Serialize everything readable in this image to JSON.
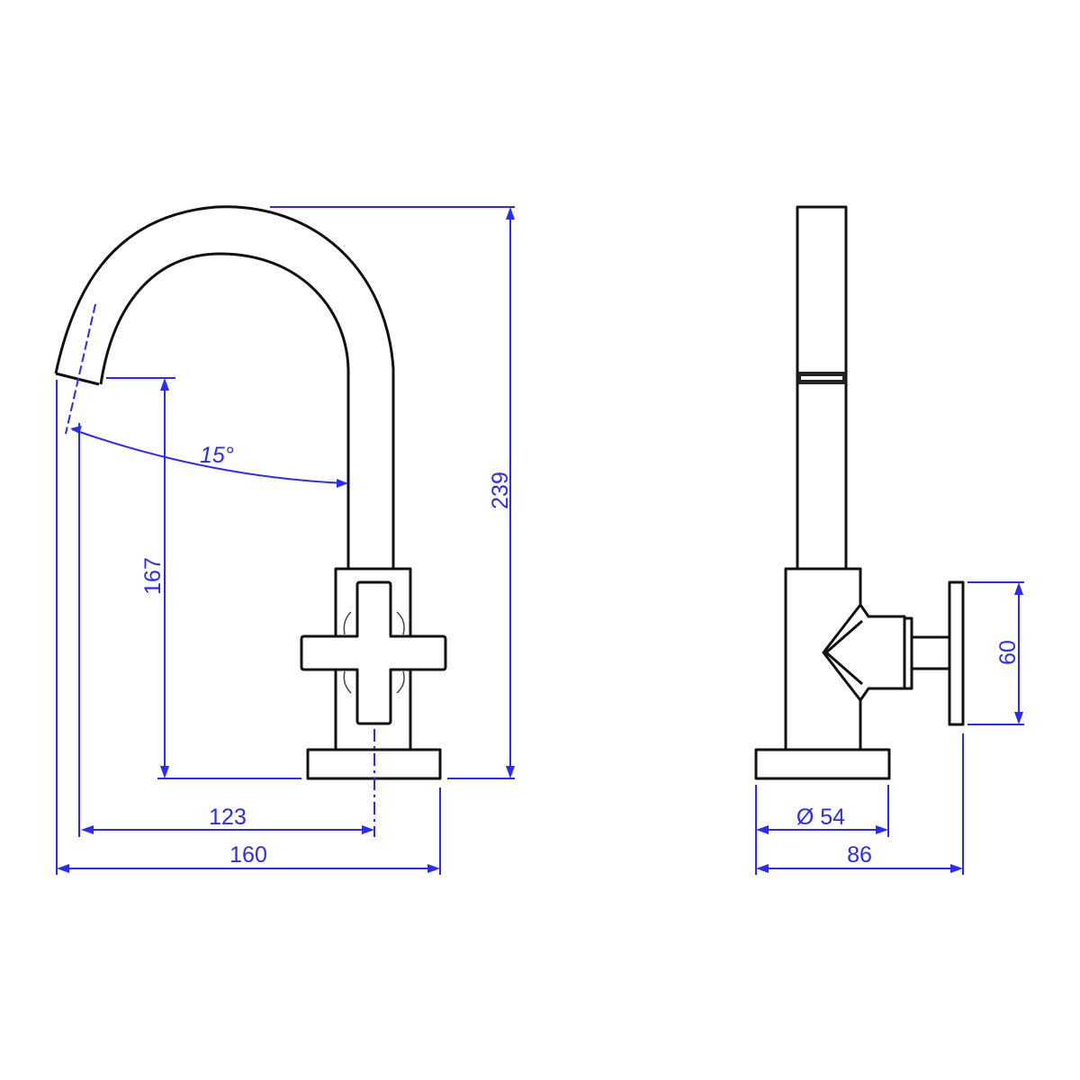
{
  "colors": {
    "dimension": "#2a2aff",
    "outline": "#111111"
  },
  "front_view": {
    "dimensions": {
      "total_height": "239",
      "spout_height": "167",
      "spout_reach": "123",
      "total_width": "160",
      "spout_angle": "15°"
    }
  },
  "side_view": {
    "dimensions": {
      "handle_height": "60",
      "base_diameter": "Ø 54",
      "total_depth": "86"
    }
  }
}
